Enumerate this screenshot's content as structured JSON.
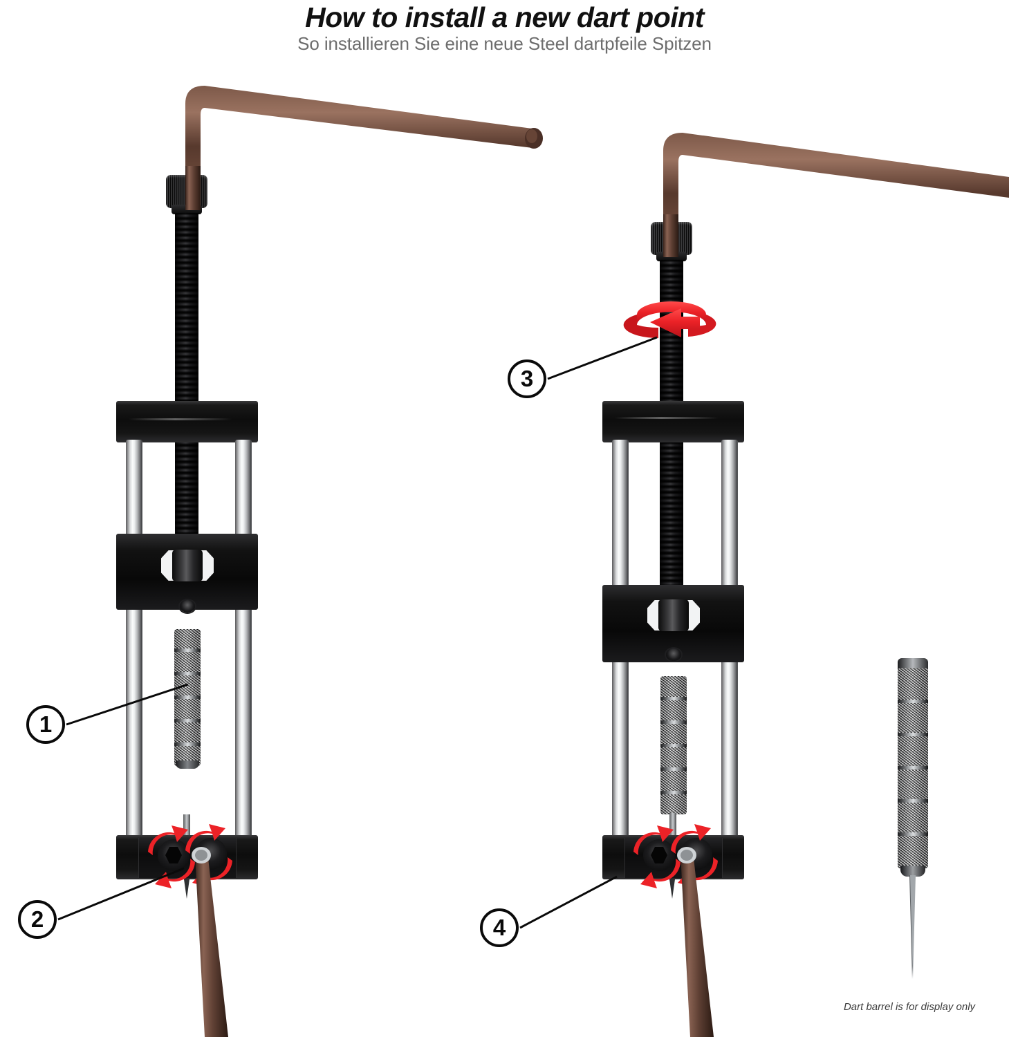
{
  "header": {
    "title": "How to install a new dart point",
    "subtitle": "So installieren Sie eine neue Steel dartpfeile Spitzen"
  },
  "footnote": {
    "text": "Dart barrel is for display only"
  },
  "colors": {
    "accent_red": "#ec2227",
    "ink": "#0a0a0a",
    "subtitle_gray": "#6d6d6d",
    "background": "#ffffff",
    "chrome_light": "#fbfcfc",
    "chrome_dark": "#3e3f42",
    "hexkey_bronze": "#5a3b30"
  },
  "callouts": [
    {
      "id": "1",
      "label": "1",
      "target": "dart-barrel-in-clamp",
      "panel": "left"
    },
    {
      "id": "2",
      "label": "2",
      "target": "base-hex-sockets",
      "panel": "left"
    },
    {
      "id": "3",
      "label": "3",
      "target": "threaded-screw-rod",
      "panel": "right"
    },
    {
      "id": "4",
      "label": "4",
      "target": "base-hex-sockets",
      "panel": "right"
    }
  ],
  "panels": [
    {
      "id": "left",
      "name": "step-1-2-assembly",
      "parts": {
        "hex_key": "ball-end-allen-key",
        "knurled_cap": "screw-knob-cap",
        "screw_rod": "threaded-screw-rod",
        "top_crossbar": "press-top-crossbar",
        "guide_rods": 2,
        "clamp_block": "movable-clamp-block",
        "dart_barrel": "knurled-dart-barrel",
        "base_plate": "press-base-plate",
        "hex_sockets": 2,
        "base_hex_key": "base-allen-key"
      }
    },
    {
      "id": "right",
      "name": "step-3-4-assembly",
      "parts": {
        "hex_key": "ball-end-allen-key",
        "knurled_cap": "screw-knob-cap",
        "screw_rod": "threaded-screw-rod",
        "rotation_ring": "red-rotation-arrow-ring",
        "top_crossbar": "press-top-crossbar",
        "guide_rods": 2,
        "clamp_block": "movable-clamp-block",
        "dart_barrel": "knurled-dart-barrel",
        "dart_point": "steel-dart-point",
        "base_plate": "press-base-plate",
        "hex_sockets": 2,
        "base_hex_key": "base-allen-key"
      }
    }
  ],
  "display_item": {
    "name": "display-dart-barrel",
    "parts": {
      "barrel": "knurled-dart-barrel",
      "point": "steel-dart-point"
    }
  }
}
